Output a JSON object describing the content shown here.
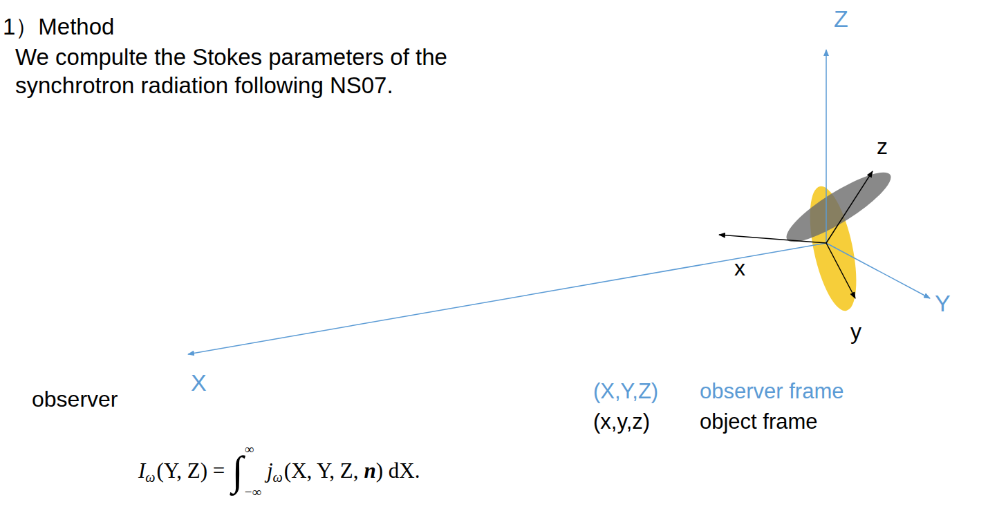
{
  "diagram": {
    "title": "1）Method",
    "labels": [
      "We compulte the Stokes parameters of the synchrotron radiation following NS07.",
      "Z",
      "z",
      "x",
      "Y",
      "y",
      "observer",
      "X",
      "I",
      "ω",
      "(Y, Z) =",
      "∫",
      "∞",
      "−∞",
      "j",
      "ω",
      "(X, Y, Z,",
      "n",
      ") dX.",
      "(X,Y,Z)",
      "observer frame",
      "(x,y,z)",
      "object frame"
    ]
  }
}
